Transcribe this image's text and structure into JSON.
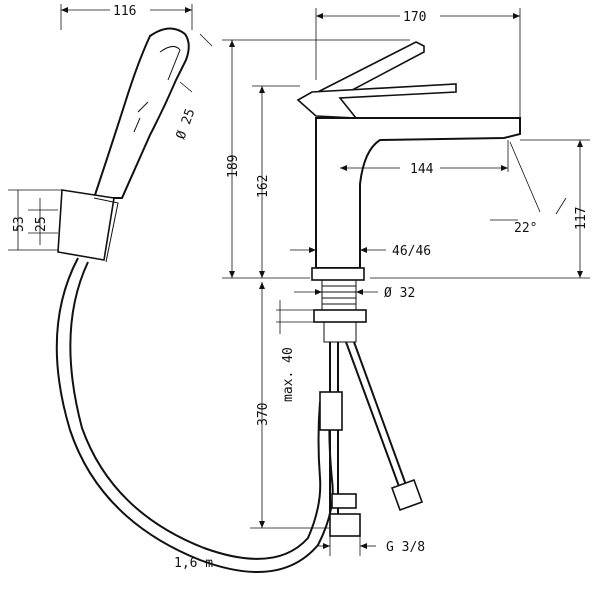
{
  "dimensions": {
    "hand_shower_width": "116",
    "faucet_width": "170",
    "spout_reach": "144",
    "total_height": "189",
    "spout_height": "162",
    "height_117": "117",
    "hand_shower_diameter": "Ø 25",
    "holder_height": "53",
    "holder_inner": "25",
    "body_width": "46/46",
    "thread_diameter": "Ø 32",
    "max_thickness": "max. 40",
    "hose_length_faucet": "370",
    "hose_length_shower": "1,6 m",
    "connection": "G 3/8",
    "spout_angle": "22°"
  }
}
